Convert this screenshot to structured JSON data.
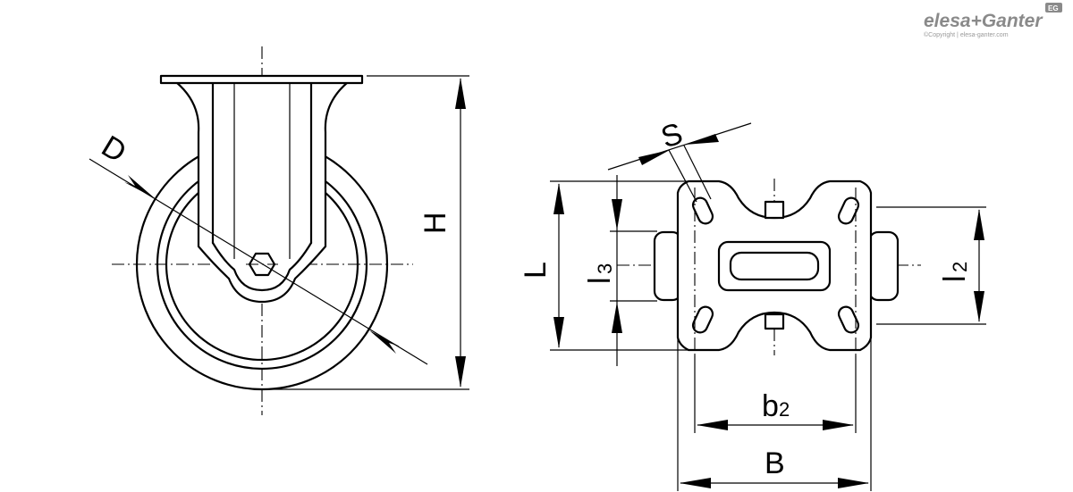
{
  "labels": {
    "D": "D",
    "H": "H",
    "S": "S",
    "L": "L",
    "l3_base": "l",
    "l3_sub": "3",
    "l2_base": "l",
    "l2_sub": "2",
    "b2_base": "b",
    "b2_sub": "2",
    "B": "B"
  },
  "logo": {
    "brand": "elesa+Ganter",
    "badge": "EG",
    "copyright": "©Copyright | elesa-ganter.com"
  }
}
